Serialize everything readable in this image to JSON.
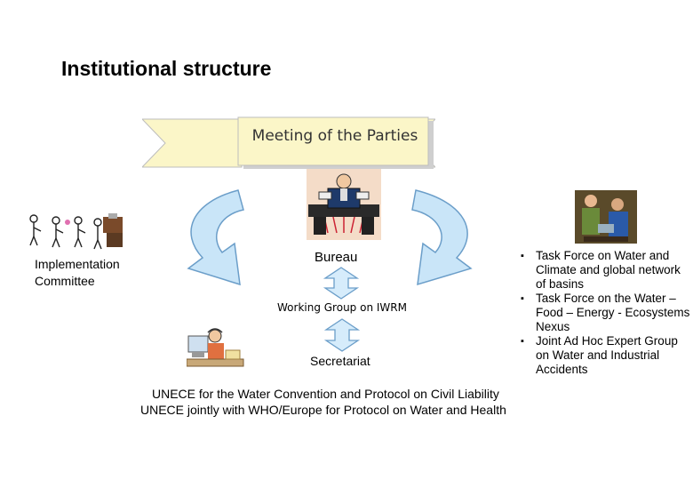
{
  "slide": {
    "title": "Institutional structure"
  },
  "diagram": {
    "banner_label": "Meeting of the Parties",
    "implementation_committee": "Implementation Committee",
    "bureau": "Bureau",
    "working_group": "Working Group on IWRM",
    "secretariat": "Secretariat",
    "task_forces": [
      "Task Force on Water and Climate and global network of basins",
      "Task Force on the Water – Food – Energy - Ecosystems Nexus",
      "Joint Ad Hoc Expert Group on Water and Industrial Accidents"
    ],
    "footer_line_1": "UNECE for the Water Convention and Protocol on Civil Liability",
    "footer_line_2": "UNECE jointly with WHO/Europe for Protocol on Water and Health"
  },
  "colors": {
    "banner_fill": "#fbf6c8",
    "banner_shade": "#d8d8d8",
    "arrow_fill": "#c9e5f8",
    "arrow_stroke": "#6b9ec9",
    "small_arrow_fill": "#d6ecfb"
  }
}
